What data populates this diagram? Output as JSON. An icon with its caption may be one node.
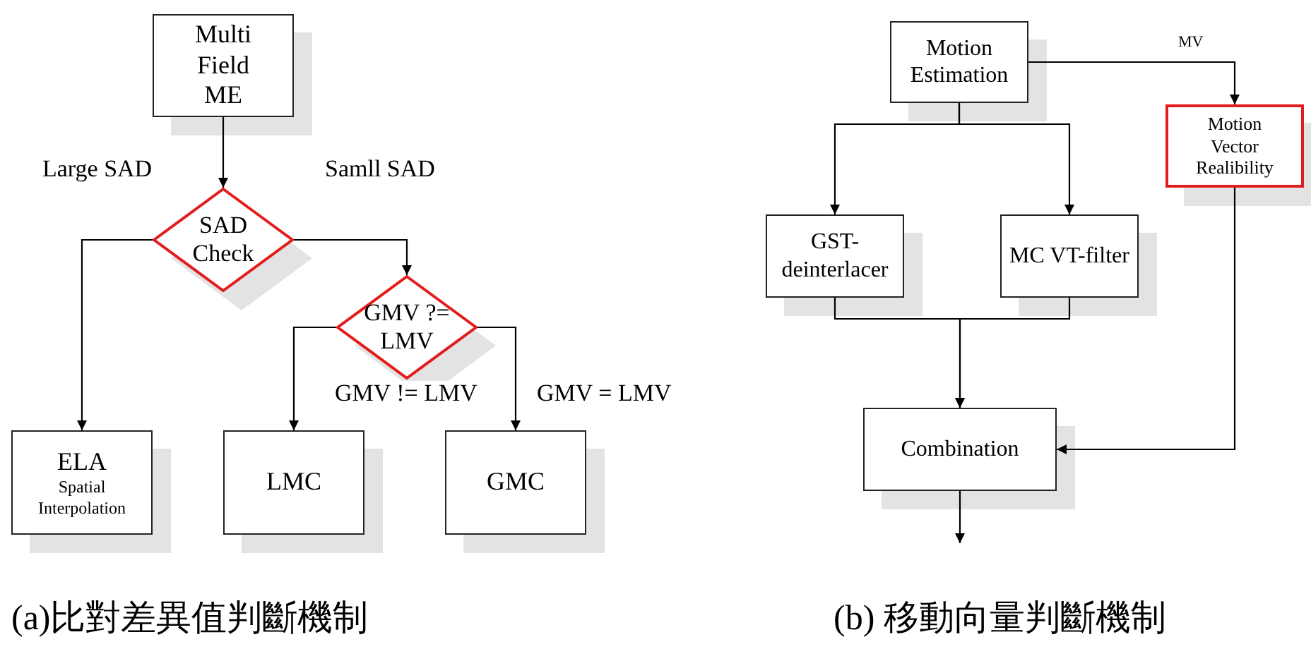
{
  "diagram": {
    "nodes": [
      {
        "text": [
          "Multi Field ME"
        ]
      },
      {
        "text": [
          "SAD Check"
        ]
      },
      {
        "text": [
          "GMV ?= LMV"
        ]
      },
      {
        "text": [
          "ELA",
          "Spatial Interpolation"
        ]
      },
      {
        "text": [
          "LMC"
        ]
      },
      {
        "text": [
          "GMC"
        ]
      },
      {
        "text": [
          "Motion Estimation"
        ]
      },
      {
        "text": [
          "Motion Vector Realibility"
        ]
      },
      {
        "text": [
          "GST-deinterlacer"
        ]
      },
      {
        "text": [
          "MC VT-filter"
        ]
      },
      {
        "text": [
          "Combination"
        ]
      }
    ],
    "edges": [
      {
        "from": 0,
        "to": 1,
        "arrow": "to"
      },
      {
        "from": 1,
        "to": 3,
        "arrow": "to",
        "label": "Large SAD"
      },
      {
        "from": 1,
        "to": 2,
        "arrow": "to",
        "label": "Samll SAD"
      },
      {
        "from": 2,
        "to": 4,
        "arrow": "to",
        "label": "GMV != LMV"
      },
      {
        "from": 2,
        "to": 5,
        "arrow": "to",
        "label": "GMV = LMV"
      },
      {
        "from": 6,
        "to": 8,
        "arrow": "to"
      },
      {
        "from": 6,
        "to": 9,
        "arrow": "to"
      },
      {
        "from": 6,
        "to": 7,
        "arrow": "to",
        "label": "MV"
      },
      {
        "from": 8,
        "to": 10,
        "arrow": "to"
      },
      {
        "from": 9,
        "to": 10,
        "arrow": "to"
      },
      {
        "from": 7,
        "to": 10,
        "arrow": "to"
      },
      {
        "from": 10,
        "to": null,
        "arrow": "to"
      }
    ],
    "labels": [
      "(a)比對差異值判斷機制",
      "(b) 移動向量判斷機制"
    ]
  }
}
